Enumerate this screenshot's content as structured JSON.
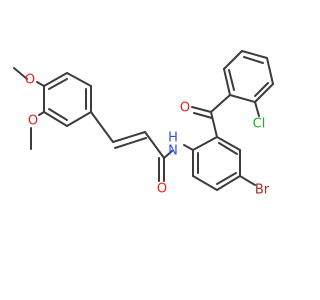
{
  "colors": {
    "bond": "#3c3c3c",
    "oxygen": "#e8231e",
    "nitrogen": "#3050f8",
    "chlorine": "#1fb01f",
    "bromine": "#a62929",
    "background": "#ffffff"
  },
  "atom_labels": {
    "o_methoxy_top": "O",
    "o_methoxy_bottom": "O",
    "o_amide": "O",
    "o_ketone": "O",
    "n_amide": "N",
    "h_amide": "H",
    "cl": "Cl",
    "br": "Br"
  }
}
